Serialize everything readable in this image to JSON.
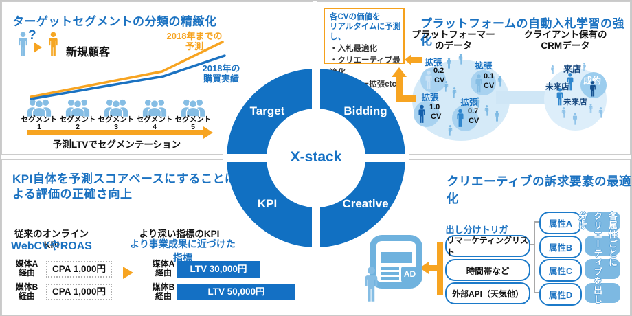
{
  "hub": {
    "center_label": "X-stack",
    "segments": {
      "target": "Target",
      "bidding": "Bidding",
      "kpi": "KPI",
      "creative": "Creative"
    }
  },
  "target": {
    "title": "ターゲットセグメントの分類の精緻化",
    "question_mark": "?",
    "new_customer_label": "新規顧客",
    "forecast_line_label": "2018年までの\n予測",
    "actual_line_label": "2018年の\n購買実績",
    "segments": [
      "セグメント\n1",
      "セグメント\n2",
      "セグメント\n3",
      "セグメント\n4",
      "セグメント\n5"
    ],
    "axis_label": "予測LTVでセグメンテーション"
  },
  "bidding": {
    "title": "プラットフォームの自動入札学習の強化",
    "callout": {
      "heading": "各CVの価値を\nリアルタイムに予測し、",
      "bullets": [
        "・入札最適化",
        "・クリエーティブ最適化",
        "・ユーザー拡張etc"
      ]
    },
    "platform_data_label": "プラットフォーマー\nのデータ",
    "crm_data_label": "クライアント保有の\nCRMデータ",
    "expansions": [
      {
        "label": "拡張",
        "value": "0.2",
        "unit": "CV"
      },
      {
        "label": "拡張",
        "value": "0.1",
        "unit": "CV"
      },
      {
        "label": "拡張",
        "value": "1.0",
        "unit": "CV"
      },
      {
        "label": "拡張",
        "value": "0.7",
        "unit": "CV"
      }
    ],
    "crm_tags": {
      "visit": "来店",
      "no_visit_left": "未来店",
      "deal": "成約",
      "no_visit_center": "未来店"
    }
  },
  "kpi": {
    "title": "KPI自体を予測スコアベースにすることに\nよる評価の正確さ向上",
    "before": {
      "heading": "従来のオンラインKPI",
      "subheading": "WebCVやROAS",
      "rows": [
        {
          "media": "媒体A\n経由",
          "value": "CPA 1,000円"
        },
        {
          "media": "媒体B\n経由",
          "value": "CPA 1,000円"
        }
      ]
    },
    "after": {
      "heading": "より深い指標のKPI",
      "subheading": "より事業成果に近づけた指標",
      "rows": [
        {
          "media": "媒体A\n経由",
          "value": "LTV 30,000円"
        },
        {
          "media": "媒体B\n経由",
          "value": "LTV 50,000円"
        }
      ]
    }
  },
  "creative": {
    "title": "クリエーティブの訴求要素の最適化",
    "trigger_heading": "出し分けトリガー",
    "triggers": [
      "リマーケティングリスト",
      "時間帯など",
      "外部API（天気他）"
    ],
    "attributes": [
      "属性A",
      "属性B",
      "属性C",
      "属性D"
    ],
    "output_note": "各属性ごとに\nクリエーティブを出し分け",
    "ad_badge": "AD"
  },
  "colors": {
    "brand_blue": "#1170c2",
    "accent_orange": "#f7a421",
    "light_blue": "#85bde4"
  }
}
